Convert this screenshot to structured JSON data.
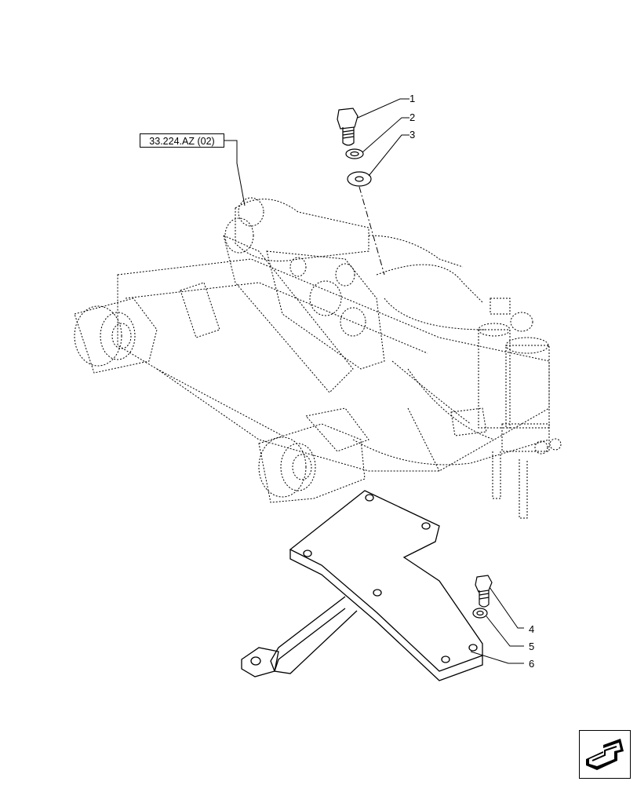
{
  "reference_label": "33.224.AZ (02)",
  "callouts": [
    {
      "id": "1",
      "text": "1"
    },
    {
      "id": "2",
      "text": "2"
    },
    {
      "id": "3",
      "text": "3"
    },
    {
      "id": "4",
      "text": "4"
    },
    {
      "id": "5",
      "text": "5"
    },
    {
      "id": "6",
      "text": "6"
    }
  ],
  "colors": {
    "line": "#000000",
    "background": "#ffffff"
  },
  "icons": {
    "navigation": "next-page-arrow-icon"
  }
}
